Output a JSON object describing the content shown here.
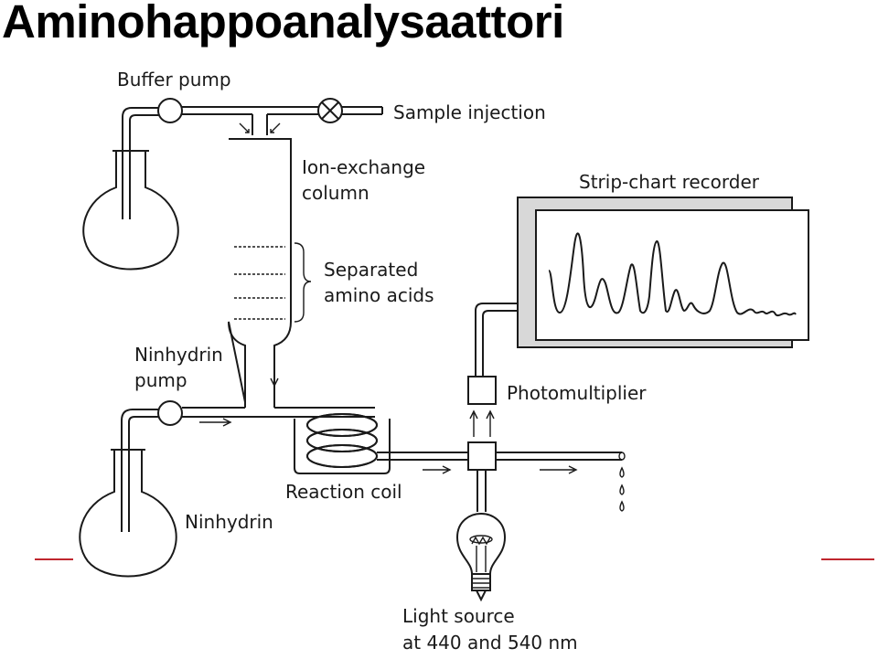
{
  "title": "Aminohappoanalysaattori",
  "labels": {
    "buffer_pump": "Buffer pump",
    "sample_injection": "Sample injection",
    "ion_exchange_1": "Ion-exchange",
    "ion_exchange_2": "column",
    "separated_1": "Separated",
    "separated_2": "amino acids",
    "strip_chart": "Strip-chart recorder",
    "ninhydrin_pump_1": "Ninhydrin",
    "ninhydrin_pump_2": "pump",
    "photomultiplier": "Photomultiplier",
    "reaction_coil": "Reaction coil",
    "ninhydrin": "Ninhydrin",
    "light_source_1": "Light source",
    "light_source_2": "at 440 and 540 nm"
  },
  "accent_color": "#c0262e"
}
